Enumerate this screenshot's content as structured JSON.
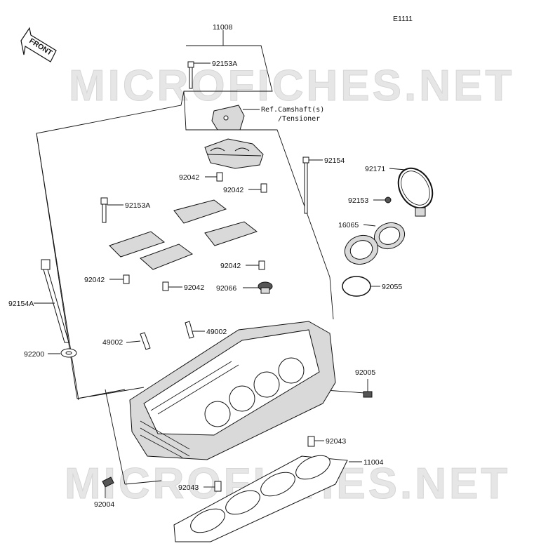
{
  "diagram_code": "E1111",
  "front_label": "FRONT",
  "watermark": "MICROFICHES.NET",
  "ref_note": [
    "Ref.Camshaft(s)",
    "/Tensioner"
  ],
  "parts": {
    "p11008": "11008",
    "p92153A_top": "92153A",
    "p92153A_left": "92153A",
    "p92154": "92154",
    "p92171": "92171",
    "p92153": "92153",
    "p16065": "16065",
    "p92055": "92055",
    "p92042_a": "92042",
    "p92042_b": "92042",
    "p92042_c": "92042",
    "p92042_d": "92042",
    "p92042_e": "92042",
    "p92066": "92066",
    "p92154A": "92154A",
    "p49002_left": "49002",
    "p49002_right": "49002",
    "p92200": "92200",
    "p92005": "92005",
    "p92043_right": "92043",
    "p92043_bottom": "92043",
    "p11004": "11004",
    "p92004": "92004"
  }
}
